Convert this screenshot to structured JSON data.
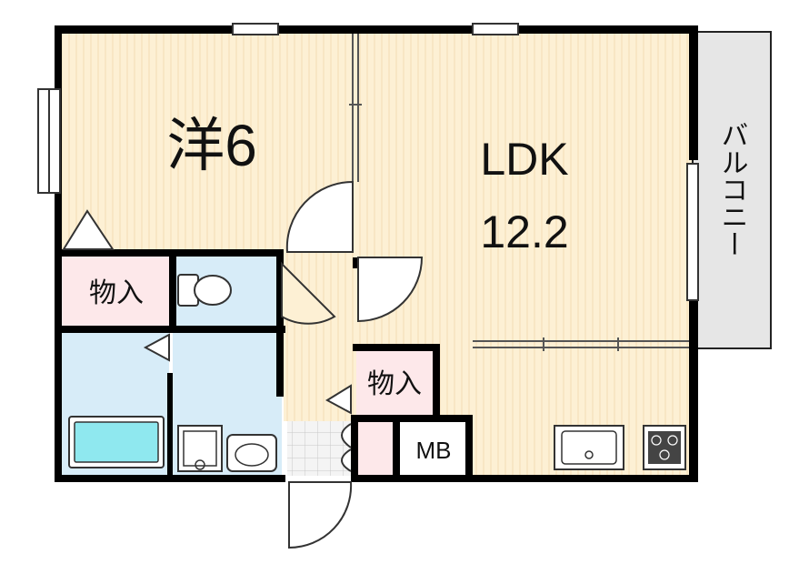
{
  "rooms": {
    "western": {
      "label": "洋6"
    },
    "ldk": {
      "label": "LDK",
      "area": "12.2"
    },
    "storage_left": {
      "label": "物入"
    },
    "storage_center": {
      "label": "物入"
    },
    "meter_box": {
      "label": "MB"
    },
    "balcony": {
      "label": "バルコニー"
    }
  },
  "colors": {
    "wall": "#000000",
    "wood_floor": "#fdf0d4",
    "wet_area": "#d7ecf8",
    "storage": "#fde8ea",
    "balcony": "#e6e6e6",
    "bathtub": "#8fe8ef"
  }
}
